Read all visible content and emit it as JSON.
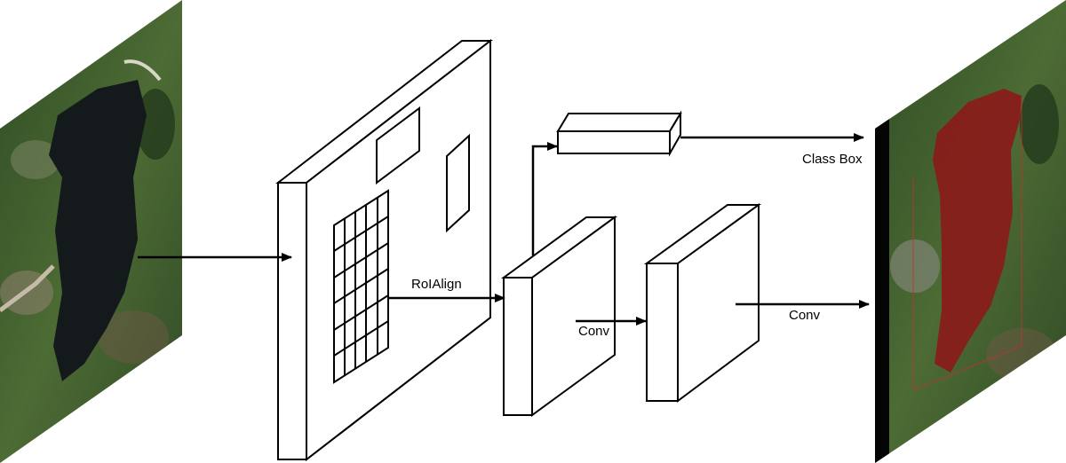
{
  "labels": {
    "roialign": "RoIAlign",
    "conv_1": "Conv",
    "conv_2": "Conv",
    "class_box": "Class Box"
  },
  "images": {
    "input": "satellite-image-of-reservoir",
    "output": "segmented-reservoir-mask-overlay",
    "mask_color": "#8b1a1a"
  }
}
